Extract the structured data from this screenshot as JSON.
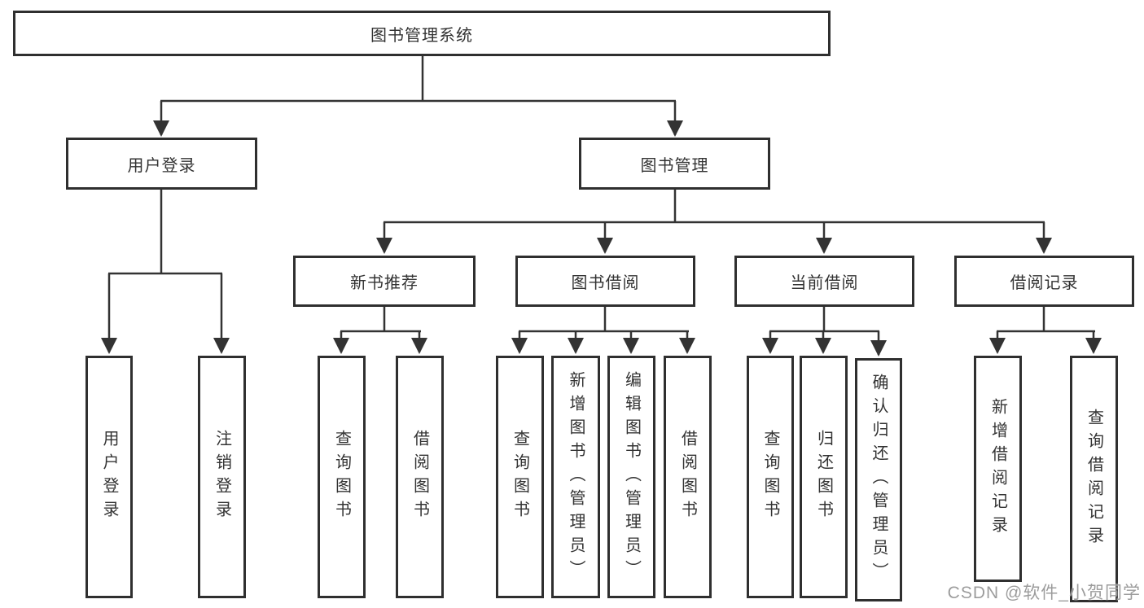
{
  "diagram_title": "图书管理系统",
  "tree": {
    "root": {
      "label": "图书管理系统"
    },
    "branches": [
      {
        "label": "用户登录",
        "children": [
          {
            "label": "用户登录"
          },
          {
            "label": "注销登录"
          }
        ]
      },
      {
        "label": "图书管理",
        "children": [
          {
            "label": "新书推荐",
            "children": [
              {
                "label": "查询图书"
              },
              {
                "label": "借阅图书"
              }
            ]
          },
          {
            "label": "图书借阅",
            "children": [
              {
                "label": "查询图书"
              },
              {
                "label": "新增图书（管理员）"
              },
              {
                "label": "编辑图书（管理员）"
              },
              {
                "label": "借阅图书"
              }
            ]
          },
          {
            "label": "当前借阅",
            "children": [
              {
                "label": "查询图书"
              },
              {
                "label": "归还图书"
              },
              {
                "label": "确认归还（管理员）"
              }
            ]
          },
          {
            "label": "借阅记录",
            "children": [
              {
                "label": "新增借阅记录"
              },
              {
                "label": "查询借阅记录"
              }
            ]
          }
        ]
      }
    ]
  },
  "watermark": {
    "text": "CSDN @软件_小贺同学"
  },
  "colors": {
    "line": "#333333",
    "box_border": "#2f2f2f",
    "text": "#333333",
    "watermark": "#9c9c9c",
    "background": "#ffffff"
  }
}
